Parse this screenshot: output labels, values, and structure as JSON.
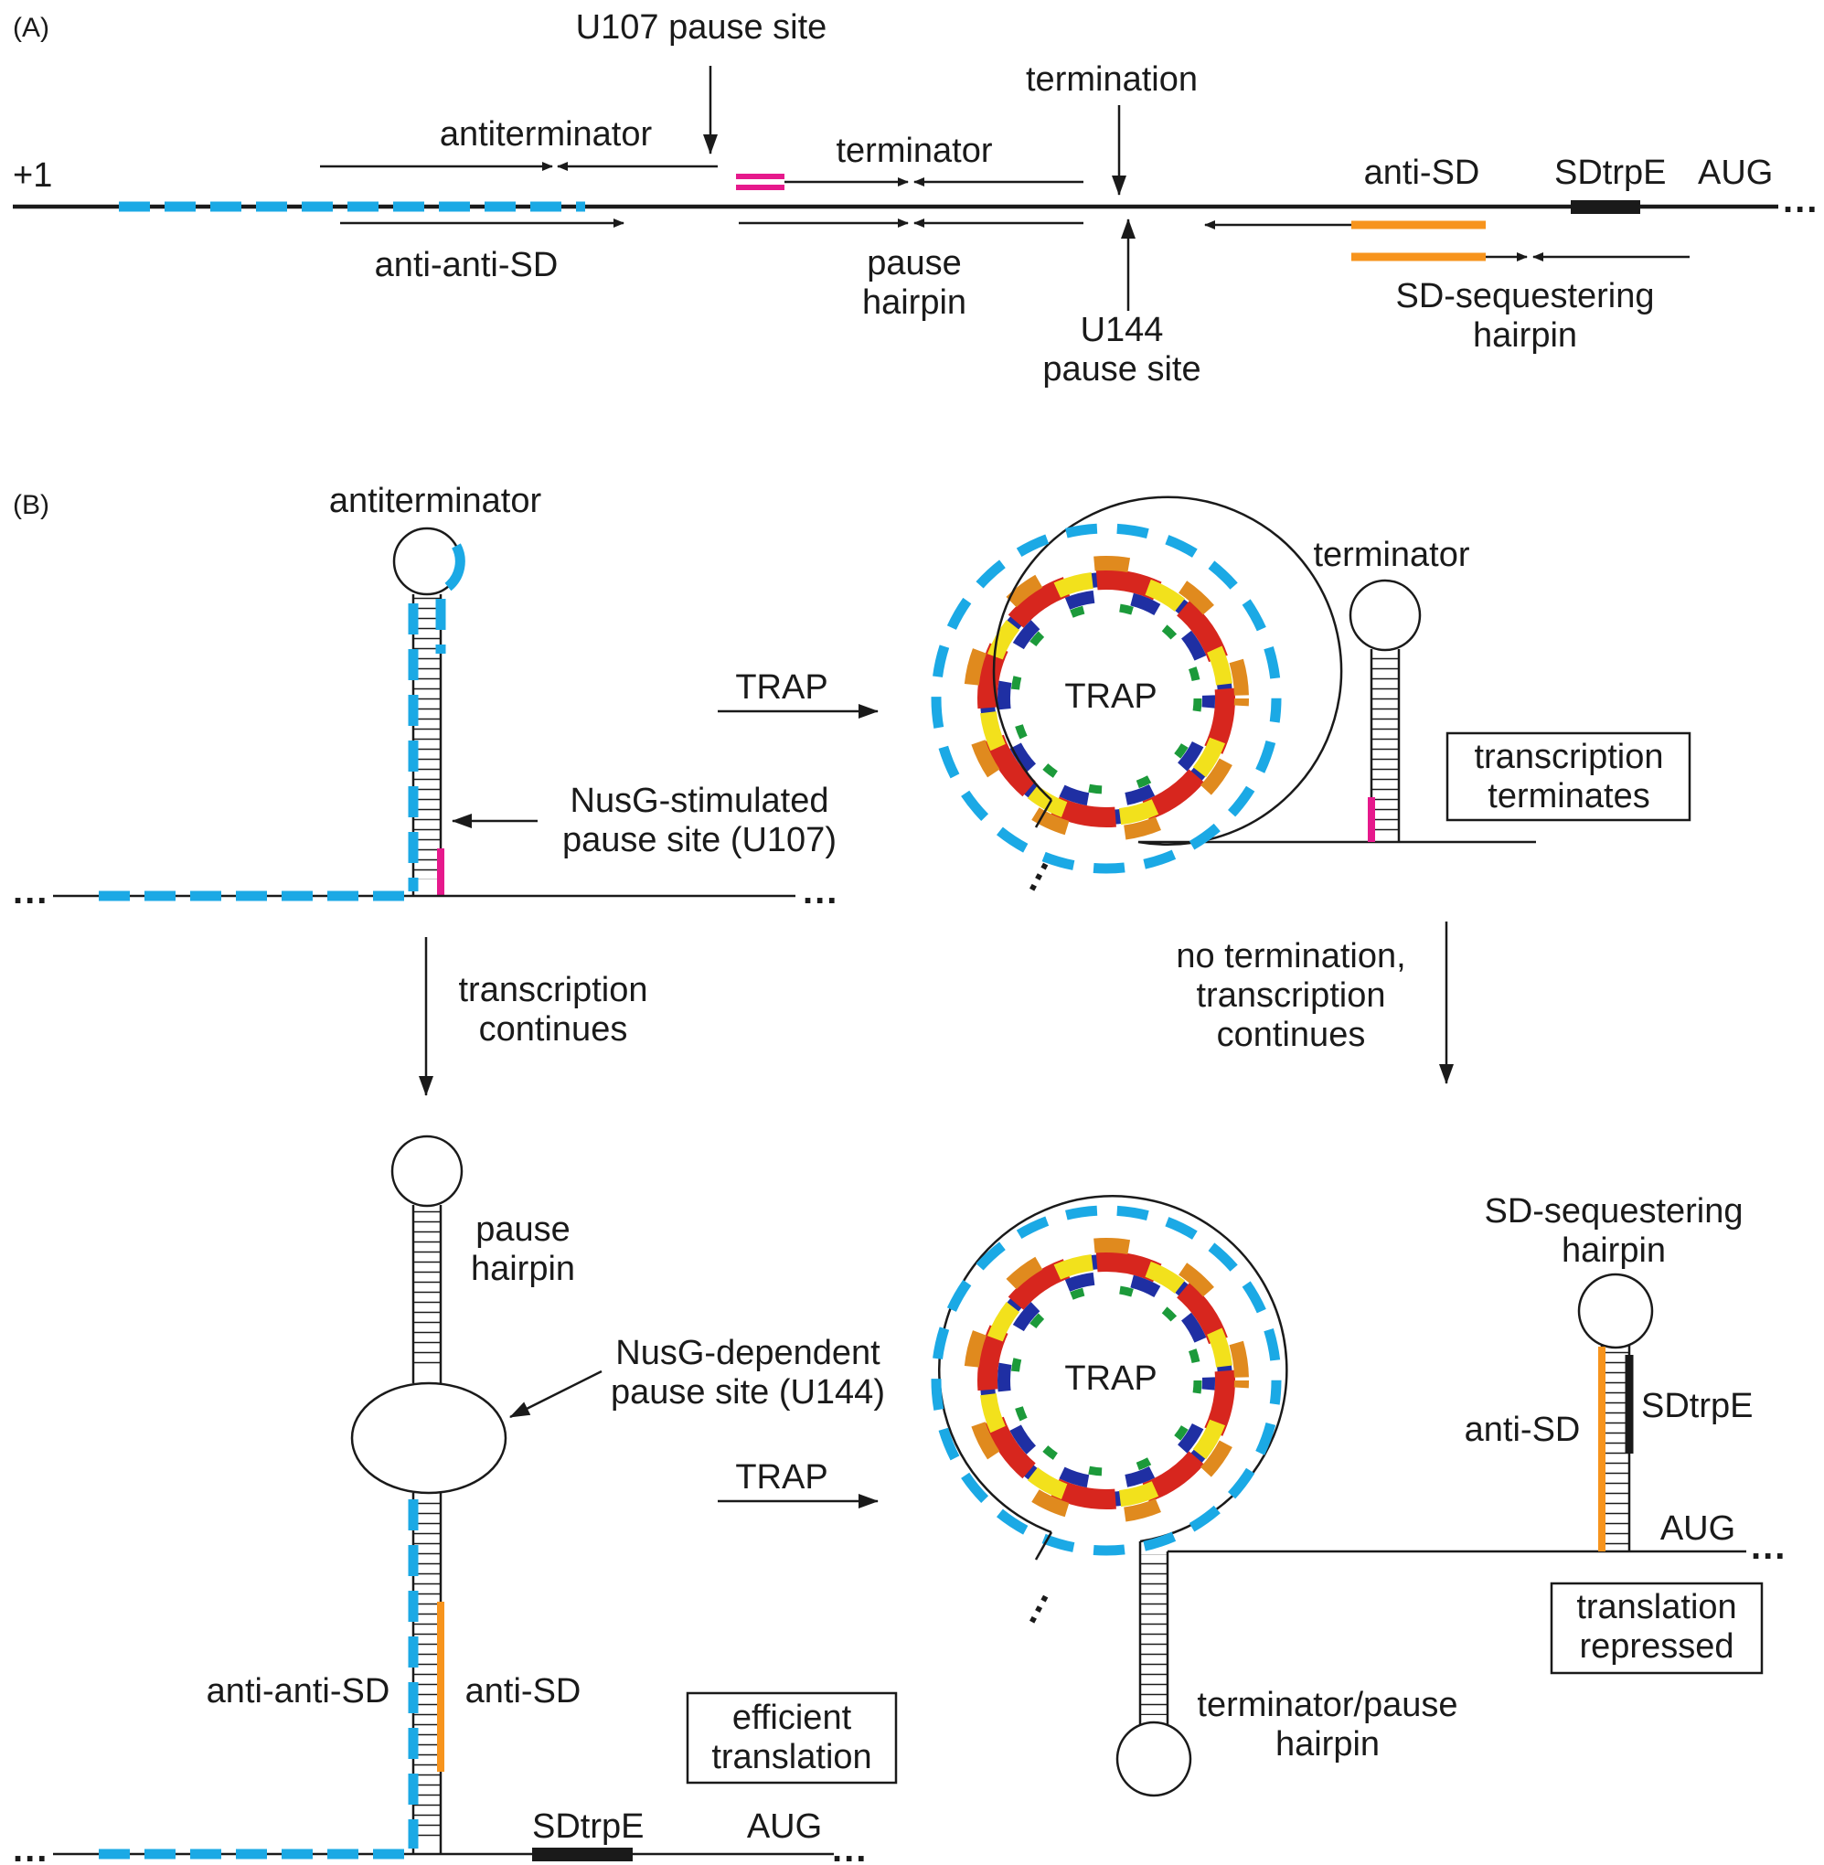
{
  "colors": {
    "ink": "#1a1a1a",
    "trap_binding_blue": "#1ba9e5",
    "pause_site_magenta": "#e6198c",
    "anti_sd_orange": "#f7941d",
    "sd_black": "#1a1a1a",
    "trap_red": "#d7261e",
    "trap_orange": "#e08a1e",
    "trap_yellow": "#f2e11c",
    "trap_blue": "#1f2fa3",
    "trap_green": "#1c9a3a"
  },
  "icons": [
    "trap-protein-ring-icon",
    "rna-hairpin-icon",
    "arrow-icon"
  ],
  "panel_a": {
    "label": "(A)",
    "plus_one": "+1",
    "u107_pause_site": "U107 pause site",
    "antiterminator": "antiterminator",
    "terminator": "terminator",
    "termination": "termination",
    "anti_sd": "anti-SD",
    "sd_prefix": "SD",
    "sd_gene": "trpE",
    "aug": "AUG",
    "ellipsis": "...",
    "anti_anti_sd": "anti-anti-SD",
    "pause_hairpin_l1": "pause",
    "pause_hairpin_l2": "hairpin",
    "u144_l1": "U144",
    "u144_l2": "pause site",
    "sd_seq_l1": "SD-sequestering",
    "sd_seq_l2": "hairpin"
  },
  "panel_b": {
    "label": "(B)",
    "antiterminator": "antiterminator",
    "nusg_stim_l1": "NusG-stimulated",
    "nusg_stim_l2": "pause site (U107)",
    "trap_arrow_label": "TRAP",
    "trap_protein_label": "TRAP",
    "terminator": "terminator",
    "transcription_terminates_l1": "transcription",
    "transcription_terminates_l2": "terminates",
    "transcription_continues_l1": "transcription",
    "transcription_continues_l2": "continues",
    "no_termination_l1": "no termination,",
    "no_termination_l2": "transcription",
    "no_termination_l3": "continues",
    "pause_hairpin_l1": "pause",
    "pause_hairpin_l2": "hairpin",
    "nusg_dep_l1": "NusG-dependent",
    "nusg_dep_l2": "pause site (U144)",
    "anti_anti_sd": "anti-anti-SD",
    "anti_sd": "anti-SD",
    "efficient_translation_l1": "efficient",
    "efficient_translation_l2": "translation",
    "sd_prefix": "SD",
    "sd_gene": "trpE",
    "aug": "AUG",
    "ellipsis": "...",
    "sd_seq_l1": "SD-sequestering",
    "sd_seq_l2": "hairpin",
    "translation_repressed_l1": "translation",
    "translation_repressed_l2": "repressed",
    "term_pause_hairpin_l1": "terminator/pause",
    "term_pause_hairpin_l2": "hairpin"
  }
}
